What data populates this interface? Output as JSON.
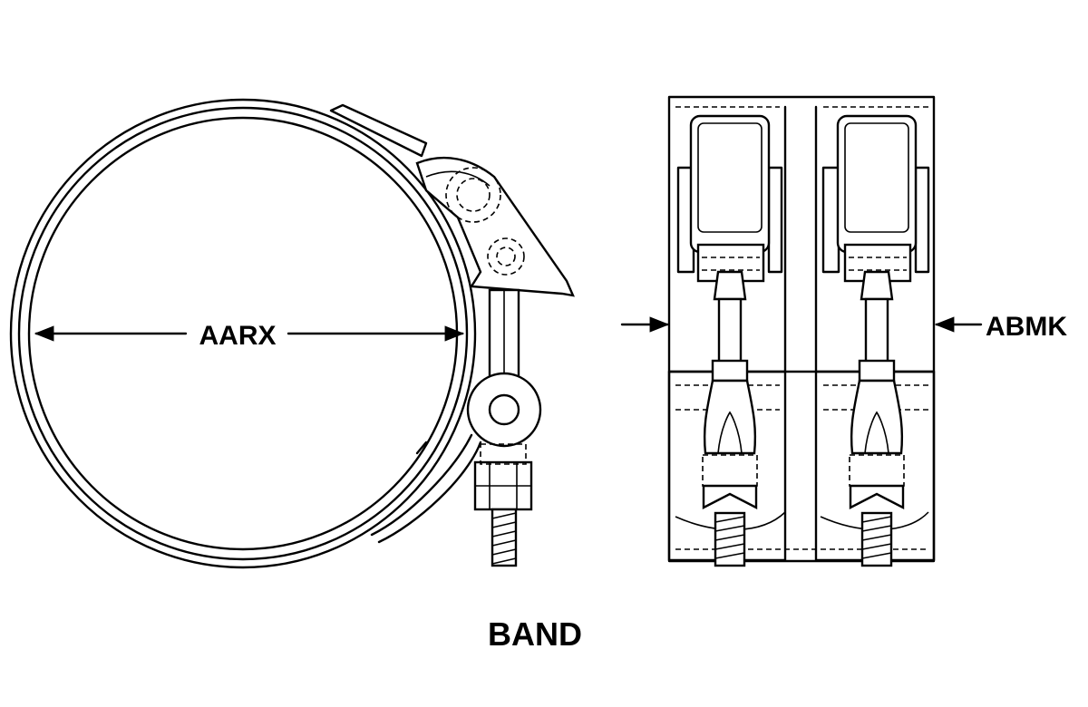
{
  "labels": {
    "diameter": "AARX",
    "width": "ABMK",
    "caption": "BAND"
  }
}
